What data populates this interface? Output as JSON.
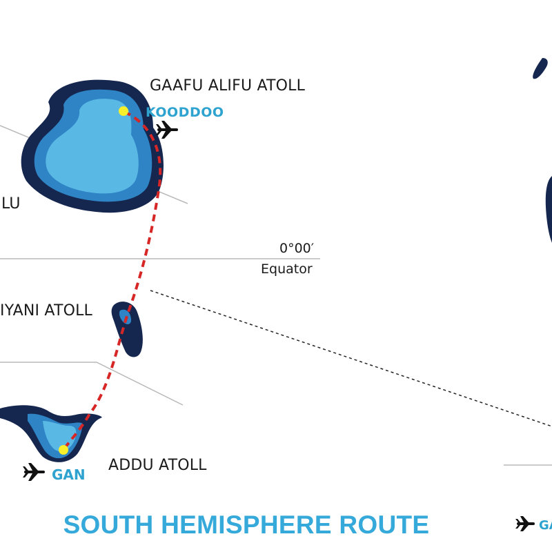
{
  "labels": {
    "gaafu_alifu_atoll": "GAAFU ALIFU ATOLL",
    "kooddoo": "KOODDOO",
    "dhaalu_partial": "LU",
    "coordinate": "0°00′",
    "equator": "Equator",
    "fuvahmulah_partial": "IYANI ATOLL",
    "addu_atoll": "ADDU ATOLL",
    "gan": "GAN",
    "gan_partial_right": "GA"
  },
  "title": "SOUTH HEMISPHERE ROUTE",
  "colors": {
    "deep_water": "#15264f",
    "mid_water": "#2e84c4",
    "lagoon": "#5ab8e5",
    "route": "#d62626",
    "airport_dot": "#f7ef2a",
    "accent_text": "#35a9d9",
    "grid_line": "#b8b8b8"
  },
  "icons": [
    "airplane-icon",
    "airport-marker"
  ]
}
